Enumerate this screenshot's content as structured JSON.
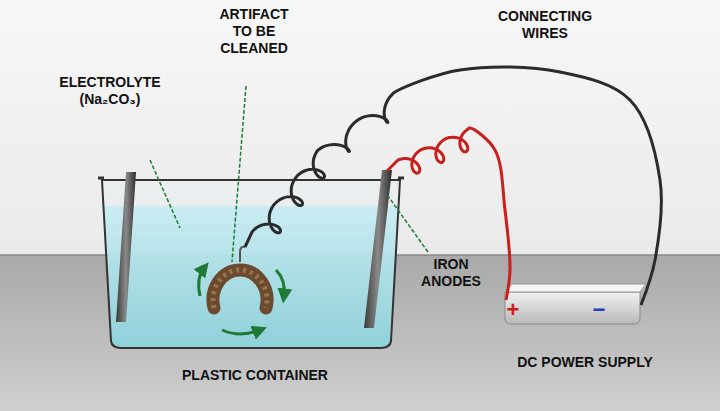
{
  "diagram": {
    "labels": [
      "ARTIFACT TO BE CLEANED",
      "ELECTROLYTE (Na₂CO₃)",
      "CONNECTING WIRES",
      "IRON ANODES",
      "+",
      "−",
      "PLASTIC CONTAINER",
      "DC POWER SUPPLY"
    ]
  }
}
